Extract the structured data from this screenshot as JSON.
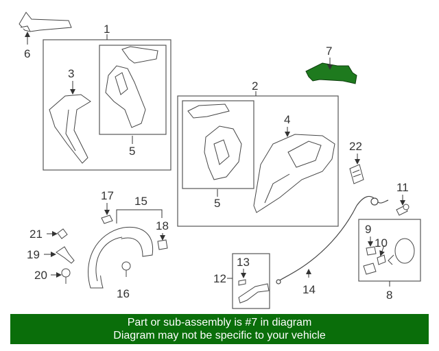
{
  "diagram": {
    "callouts": {
      "c1": "1",
      "c2": "2",
      "c3": "3",
      "c4": "4",
      "c5a": "5",
      "c5b": "5",
      "c6": "6",
      "c7": "7",
      "c8": "8",
      "c9": "9",
      "c10": "10",
      "c11": "11",
      "c12": "12",
      "c13": "13",
      "c14": "14",
      "c15": "15",
      "c16": "16",
      "c17": "17",
      "c18": "18",
      "c19": "19",
      "c20": "20",
      "c21": "21",
      "c22": "22"
    },
    "highlight_color": "#1e7a1e"
  },
  "banner": {
    "line1": "Part or sub-assembly is #7 in diagram",
    "line2": "Diagram may not be specific to your vehicle",
    "background": "#0a6e0a"
  }
}
